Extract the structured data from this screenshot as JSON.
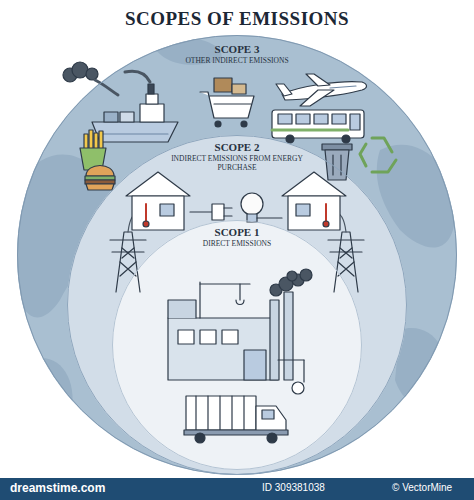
{
  "diagram": {
    "title": "SCOPES OF EMISSIONS",
    "nodes": [
      {
        "text": [
          "SCOPE 3",
          "OTHER INDIRECT EMISSIONS"
        ]
      },
      {
        "text": [
          "SCOPE 2",
          "INDIRECT EMISSIONS FROM ENERGY PURCHASE"
        ],
        "in": 0
      },
      {
        "text": [
          "SCOPE 1",
          "DIRECT EMISSIONS"
        ],
        "in": 1
      }
    ],
    "labels": [
      "dreamstime.com",
      "ID 309381038",
      "© VectorMine"
    ]
  }
}
